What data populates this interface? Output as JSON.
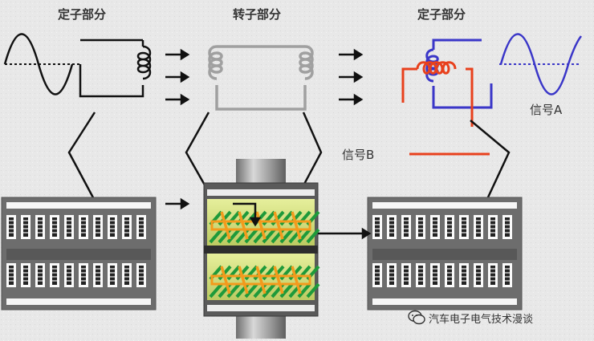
{
  "titles": {
    "stator_left": "定子部分",
    "rotor": "转子部分",
    "stator_right": "定子部分"
  },
  "signals": {
    "a": "信号A",
    "b": "信号B"
  },
  "watermark": {
    "text": "汽车电子电气技术漫谈",
    "icon": "wechat-icon"
  },
  "colors": {
    "coil_gray": "#a0a0a0",
    "signal_blue": "#3a36c8",
    "signal_red": "#e8401c",
    "winding_green": "#1e9a3a",
    "winding_orange": "#f39a1c",
    "core_yellow": "#d4e08a",
    "shaft_gray": "#8e8e8e"
  }
}
